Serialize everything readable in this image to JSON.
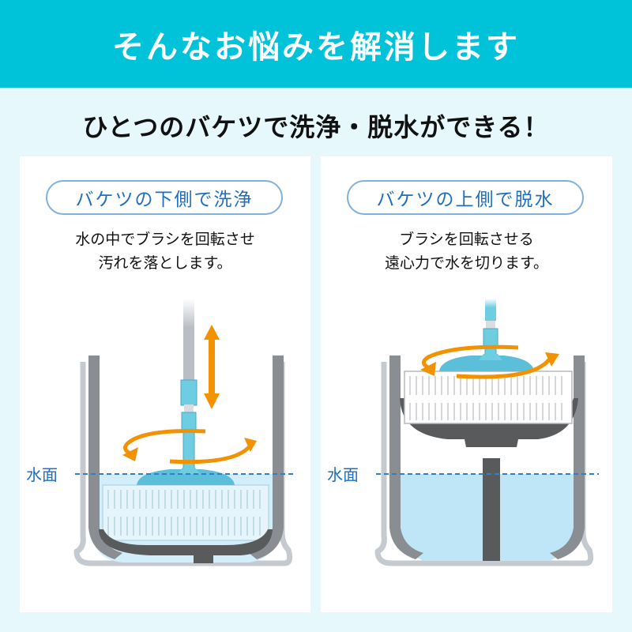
{
  "header": {
    "title": "そんなお悩みを解消します"
  },
  "subtitle": "ひとつのバケツで洗浄・脱水ができる！",
  "panels": [
    {
      "label": "バケツの下側で洗浄",
      "desc_line1": "水の中でブラシを回転させ",
      "desc_line2": "汚れを落とします。",
      "water_label": "水面",
      "arrows": [
        "up-down-arrow",
        "rotation-arrow"
      ]
    },
    {
      "label": "バケツの上側で脱水",
      "desc_line1": "ブラシを回転させる",
      "desc_line2": "遠心力で水を切ります。",
      "water_label": "水面",
      "arrows": [
        "rotation-arrow"
      ]
    }
  ],
  "colors": {
    "header_bg": "#00c2d8",
    "page_bg": "#e6f8fc",
    "accent_blue": "#1f6fc0",
    "arrow_orange": "#f39200",
    "water": "#bfe6f7",
    "bucket_gray": "#8a8d91",
    "basket_dark": "#595a5c",
    "brush_blue": "#5bbfd9"
  }
}
